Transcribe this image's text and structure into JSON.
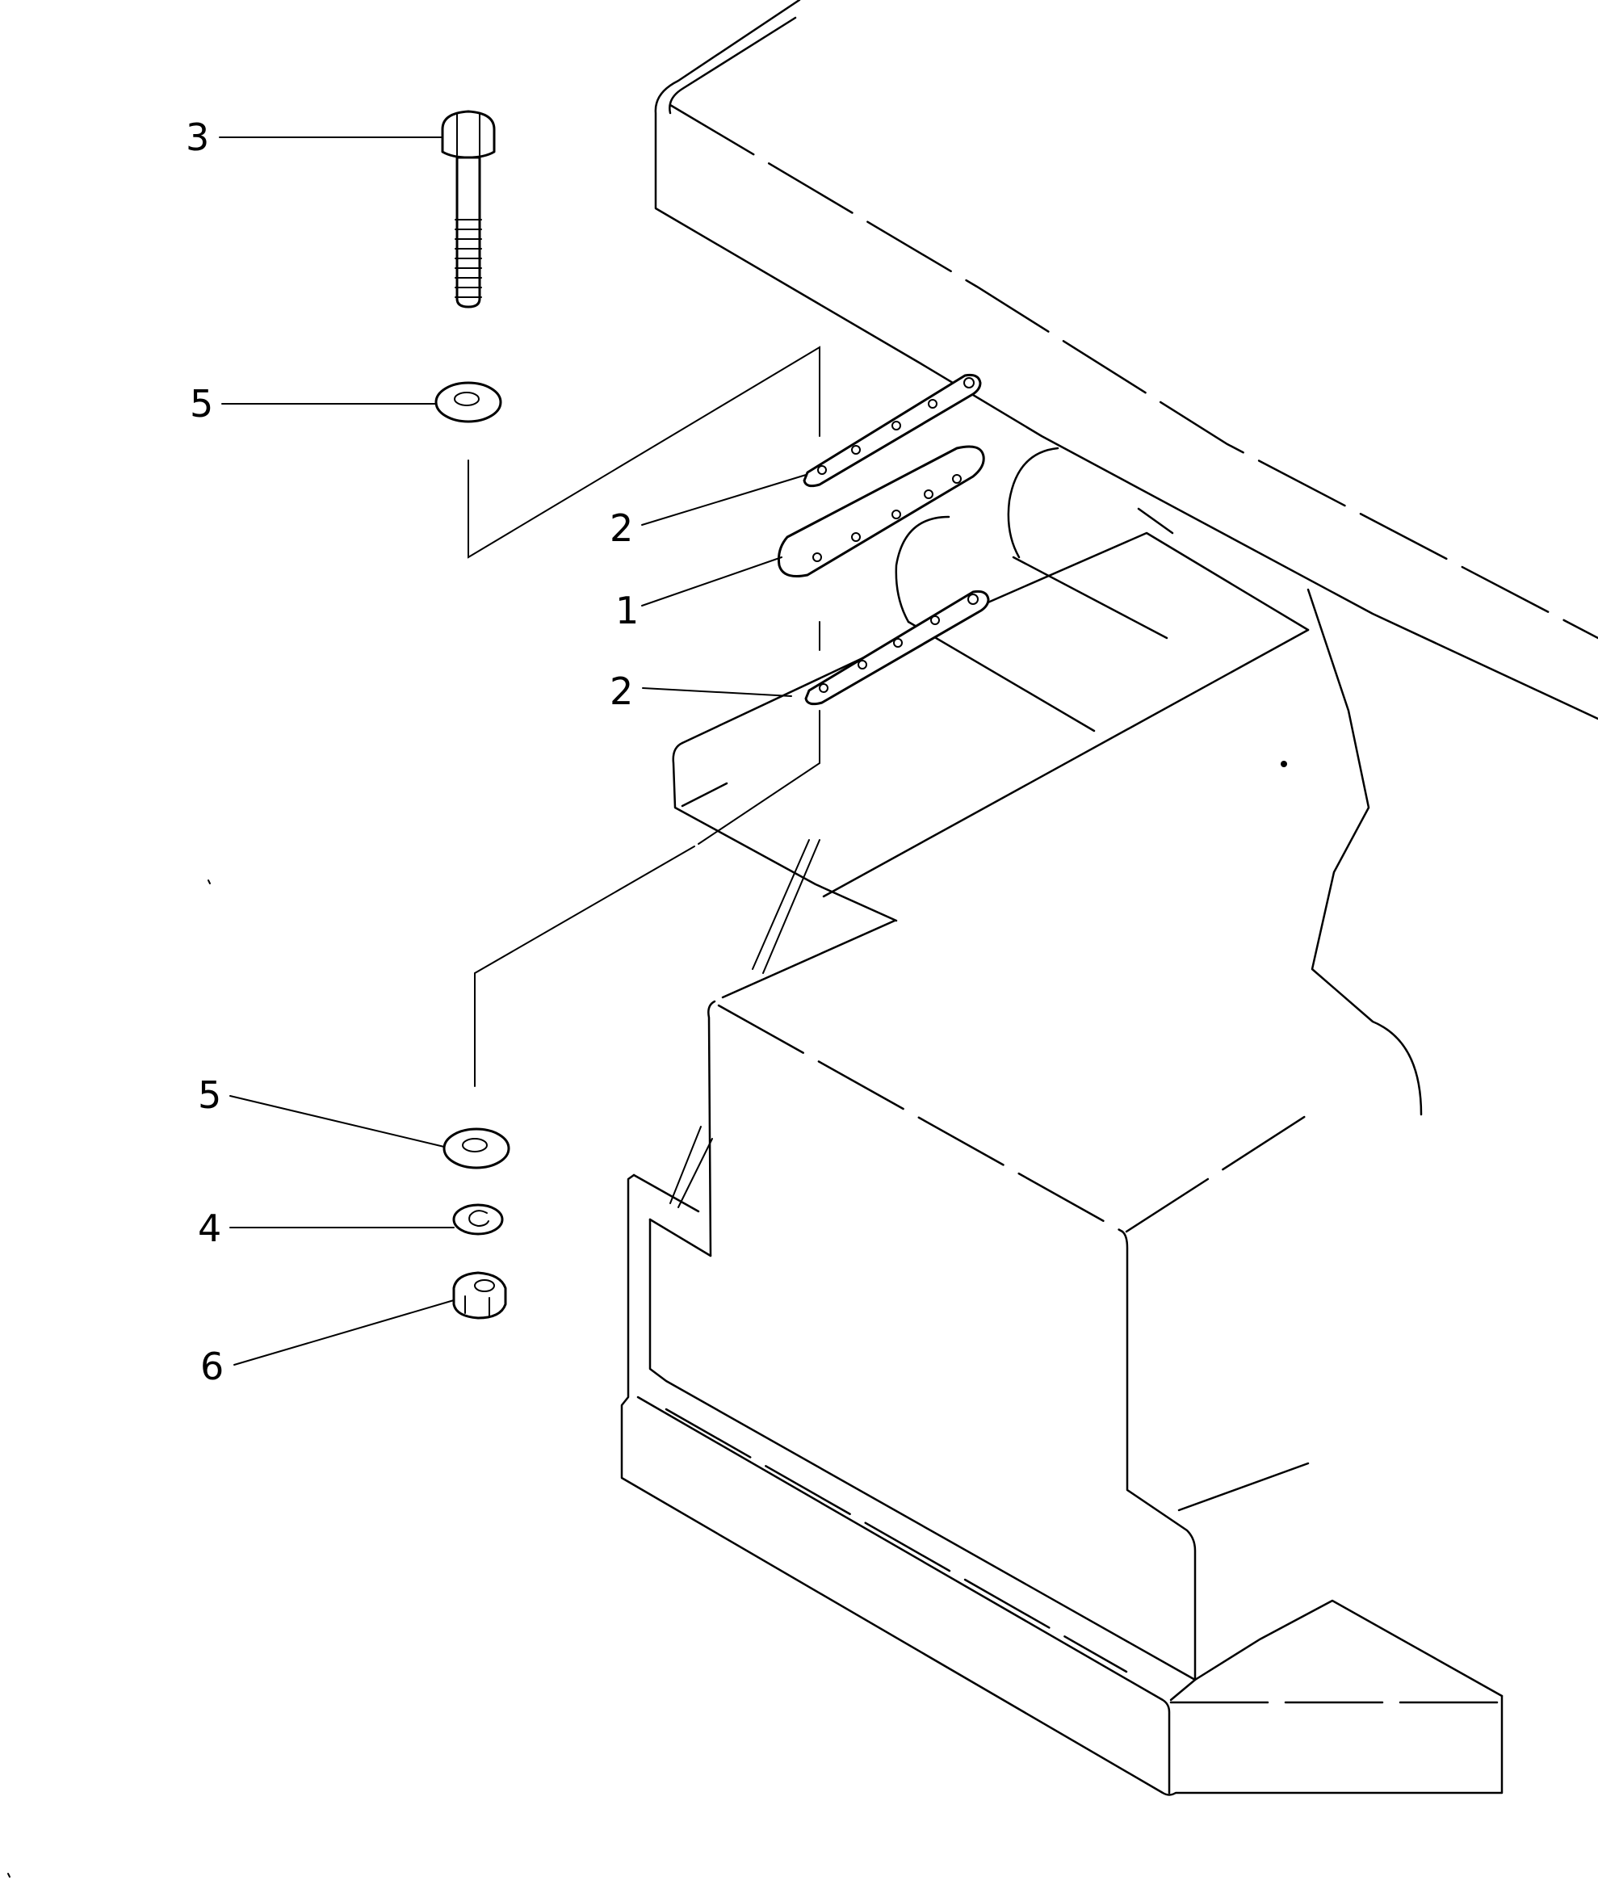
{
  "callouts": [
    {
      "id": "3",
      "part": "bolt"
    },
    {
      "id": "5",
      "part": "washer-upper"
    },
    {
      "id": "2",
      "part": "shim-upper"
    },
    {
      "id": "1",
      "part": "plate"
    },
    {
      "id": "2",
      "part": "shim-lower"
    },
    {
      "id": "5",
      "part": "washer-lower"
    },
    {
      "id": "4",
      "part": "lock-washer"
    },
    {
      "id": "6",
      "part": "nut"
    }
  ]
}
